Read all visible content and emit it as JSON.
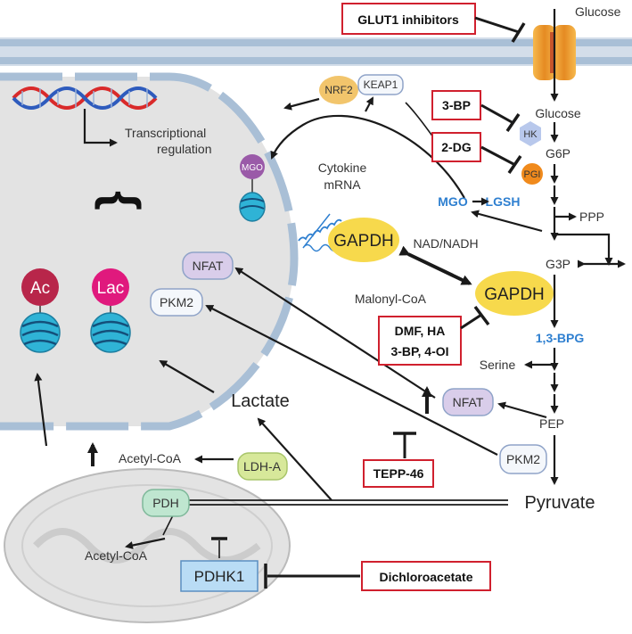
{
  "inhibitors": {
    "glut1": "GLUT1 inhibitors",
    "bp3": "3-BP",
    "dg2": "2-DG",
    "gapdh_inh_line1": "DMF, HA",
    "gapdh_inh_line2": "3-BP, 4-OI",
    "tepp": "TEPP-46",
    "dca": "Dichloroacetate"
  },
  "metabolites": {
    "glucose_out": "Glucose",
    "glucose_in": "Glucose",
    "g6p": "G6P",
    "ppp": "PPP",
    "g3p": "G3P",
    "bpg": "1,3-BPG",
    "serine": "Serine",
    "pep": "PEP",
    "pyruvate": "Pyruvate",
    "lactate": "Lactate",
    "acetyl_coa_cyto": "Acetyl-CoA",
    "acetyl_coa_mito": "Acetyl-CoA",
    "mgo": "MGO",
    "lgsh": "LGSH",
    "nad": "NAD/NADH",
    "malonyl": "Malonyl-CoA"
  },
  "enzymes": {
    "hk": "HK",
    "pgi": "PGI",
    "gapdh_main": "GAPDH",
    "gapdh_rna": "GAPDH",
    "pkm2_cyto": "PKM2",
    "pkm2_nuc": "PKM2",
    "nfat_cyto": "NFAT",
    "nfat_nuc": "NFAT",
    "ldha": "LDH-A",
    "pdh": "PDH",
    "pdhk1": "PDHK1",
    "nrf2": "NRF2",
    "keap1": "KEAP1"
  },
  "nucleus": {
    "transcription_line1": "Transcriptional",
    "transcription_line2": "regulation",
    "cytokine_line1": "Cytokine",
    "cytokine_line2": "mRNA",
    "mgo_histone": "MGO",
    "ac": "Ac",
    "lac": "Lac"
  },
  "colors": {
    "inhibitor_border": "#d0202e",
    "blue_text": "#2e7fd0",
    "gapdh_fill": "#f7d94c",
    "pdhk1_fill": "#b9dcf5",
    "ldha_fill": "#d7e89a",
    "pdh_fill": "#bfe6d0",
    "nfat_fill": "#d9cdea",
    "nucleus_fill": "#e3e3e3",
    "membrane": "#a9bfd6",
    "ac_fill": "#b8264a",
    "lac_fill": "#e0197d",
    "mgo_fill": "#9a5aa8",
    "nrf2_fill": "#f2c56c",
    "glut_fill": "#f2a93b"
  }
}
